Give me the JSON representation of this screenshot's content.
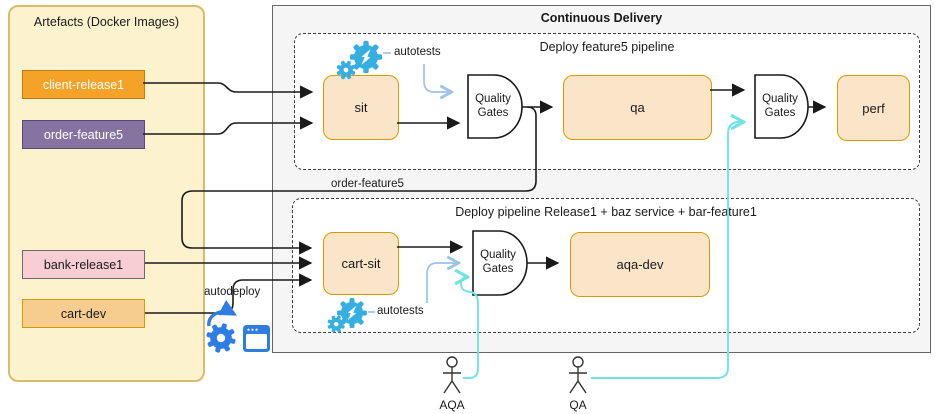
{
  "artefacts_panel": {
    "title": "Artefacts (Docker Images)",
    "items": [
      {
        "label": "client-release1",
        "fill": "#F5A328",
        "border": "#BD7D11",
        "text_color": "#FFFFFF"
      },
      {
        "label": "order-feature5",
        "fill": "#8673A1",
        "border": "#5B4A73",
        "text_color": "#FFFFFF"
      },
      {
        "label": "bank-release1",
        "fill": "#F8CDD3",
        "border": "#6B6B6B",
        "text_color": "#1A1A1A"
      },
      {
        "label": "cart-dev",
        "fill": "#F7CC8F",
        "border": "#D79B00",
        "text_color": "#1A1A1A"
      }
    ]
  },
  "cd_panel": {
    "title": "Continuous Delivery",
    "pipeline1": {
      "title": "Deploy feature5 pipeline",
      "autotests_label": "autotests",
      "stages": [
        {
          "label": "sit"
        },
        {
          "label": "qa"
        },
        {
          "label": "perf"
        }
      ],
      "quality_gates": [
        {
          "label": "Quality Gates"
        },
        {
          "label": "Quality Gates"
        }
      ]
    },
    "pipeline2": {
      "title": "Deploy pipeline Release1 + baz service + bar-feature1",
      "autotests_label": "autotests",
      "stages": [
        {
          "label": "cart-sit"
        },
        {
          "label": "aqa-dev"
        }
      ],
      "quality_gates": [
        {
          "label": "Quality Gates"
        }
      ]
    }
  },
  "flow_labels": {
    "order_feature5": "order-feature5",
    "autodeploy": "autodeploy"
  },
  "actors": [
    {
      "label": "AQA"
    },
    {
      "label": "QA"
    }
  ],
  "icons": {
    "autotests": "gear-with-lightning-icon",
    "autodeploy_gear": "gear-with-refresh-arrow-icon",
    "autodeploy_window": "application-window-icon"
  },
  "colors": {
    "artefacts_panel_bg": "#FCF2CE",
    "artefacts_panel_border": "#D9BC6B",
    "cd_panel_bg": "#F5F5F5",
    "stage_box_bg": "#FBE5C8",
    "stage_box_border": "#D79B00",
    "arrow_black": "#1A1A1A",
    "arrow_autotests_blue": "#9CC3E8",
    "arrow_actor_cyan": "#70E4E4",
    "icon_autotests_blue": "#35AEE2",
    "icon_autodeploy_blue": "#2D7DE2"
  }
}
